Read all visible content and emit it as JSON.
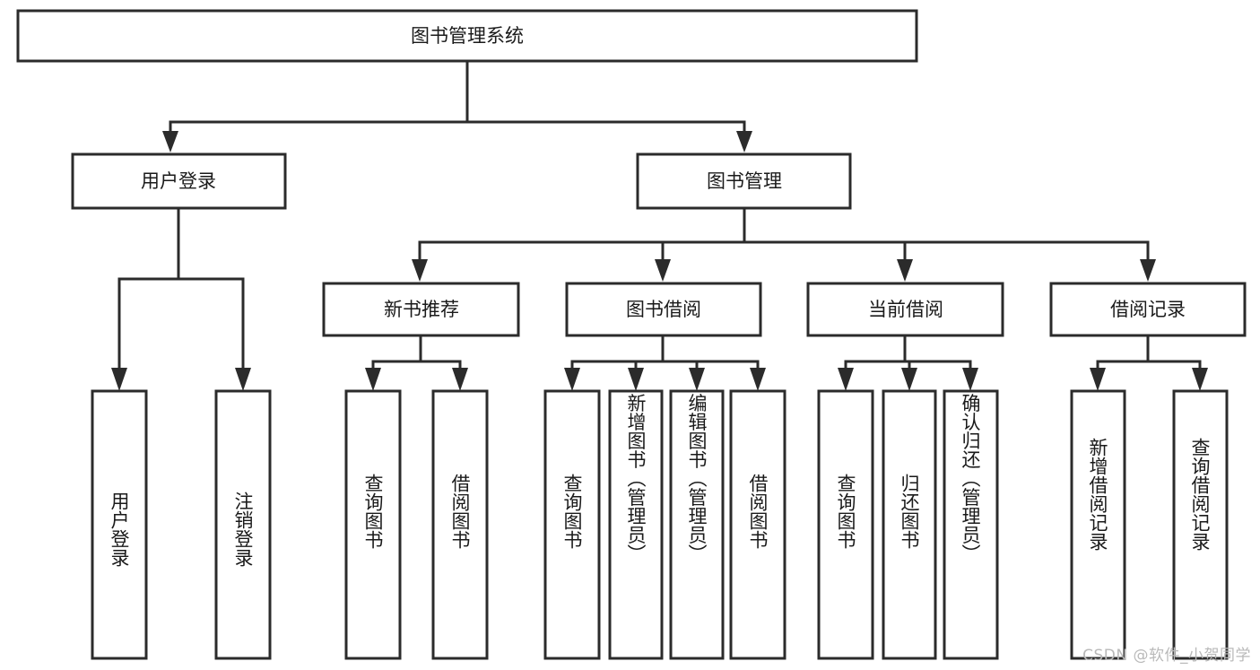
{
  "diagram": {
    "title": "图书管理系统",
    "watermark": "CSDN @软件_小贺同学",
    "type": "tree-hierarchy",
    "style": {
      "box_fill": "#ffffff",
      "box_stroke": "#2b2b2b",
      "connector_color": "#2b2b2b",
      "text_color": "#1a1a1a",
      "background": "#ffffff",
      "watermark_color": "#b9b9b9"
    },
    "root": {
      "label": "图书管理系统"
    },
    "level1": [
      {
        "label": "用户登录"
      },
      {
        "label": "图书管理"
      }
    ],
    "level2": [
      {
        "label": "新书推荐"
      },
      {
        "label": "图书借阅"
      },
      {
        "label": "当前借阅"
      },
      {
        "label": "借阅记录"
      }
    ],
    "leaves": {
      "user_login": [
        {
          "label": "用户登录"
        },
        {
          "label": "注销登录"
        }
      ],
      "new_book_recommend": [
        {
          "label": "查询图书"
        },
        {
          "label": "借阅图书"
        }
      ],
      "book_borrow": [
        {
          "label": "查询图书"
        },
        {
          "label": "新增图书（管理员）"
        },
        {
          "label": "编辑图书（管理员）"
        },
        {
          "label": "借阅图书"
        }
      ],
      "current_borrow": [
        {
          "label": "查询图书"
        },
        {
          "label": "归还图书"
        },
        {
          "label": "确认归还（管理员）"
        }
      ],
      "borrow_record": [
        {
          "label": "新增借阅记录"
        },
        {
          "label": "查询借阅记录"
        }
      ]
    }
  }
}
